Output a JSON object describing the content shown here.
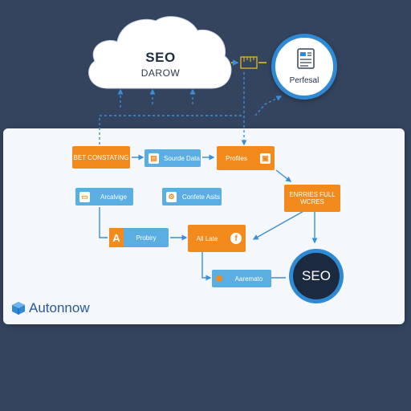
{
  "cloud": {
    "title": "SEO",
    "subtitle": "DAROW"
  },
  "document": {
    "label": "Perfesal",
    "icon": "document-icon"
  },
  "ruler": {
    "icon": "ruler-icon",
    "text": "lul|"
  },
  "nodes": {
    "consulting": {
      "text": "BET CONSTATING",
      "icon": ""
    },
    "sources": {
      "text": "Sourde Data",
      "icon": "document-icon"
    },
    "profiles": {
      "text": "Profiles",
      "icon": "image-icon"
    },
    "analytics": {
      "text": "Arcalvige",
      "icon": "folder-icon"
    },
    "content": {
      "text": "Confete Asits",
      "icon": "settings-icon"
    },
    "entries": {
      "text": "ENRRIES FULL WCRES",
      "icon": ""
    },
    "probity": {
      "text": "Probiry",
      "icon": "letter-a-icon"
    },
    "all_late": {
      "text": "All Late",
      "icon": "facebook-icon"
    },
    "automato": {
      "text": "Aaremato",
      "icon": "dot-icon"
    }
  },
  "seo_badge": {
    "text": "SEO"
  },
  "brand": {
    "name": "Autonnow",
    "icon": "cube-icon"
  },
  "colors": {
    "background": "#34445e",
    "orange": "#f28a1c",
    "blue": "#5aaee2",
    "accent": "#2f8ad6"
  }
}
